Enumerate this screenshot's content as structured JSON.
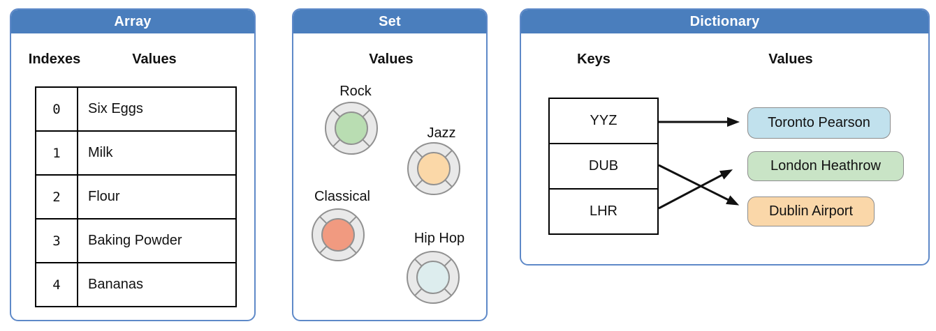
{
  "panels": {
    "array": {
      "title": "Array",
      "indexes_header": "Indexes",
      "values_header": "Values",
      "rows": [
        {
          "index": "0",
          "value": "Six Eggs"
        },
        {
          "index": "1",
          "value": "Milk"
        },
        {
          "index": "2",
          "value": "Flour"
        },
        {
          "index": "3",
          "value": "Baking Powder"
        },
        {
          "index": "4",
          "value": "Bananas"
        }
      ]
    },
    "set": {
      "title": "Set",
      "values_header": "Values",
      "items": [
        {
          "label": "Rock",
          "color": "#b9ddb2"
        },
        {
          "label": "Jazz",
          "color": "#fbd8a8"
        },
        {
          "label": "Classical",
          "color": "#f19a80"
        },
        {
          "label": "Hip Hop",
          "color": "#ddedee"
        }
      ]
    },
    "dictionary": {
      "title": "Dictionary",
      "keys_header": "Keys",
      "values_header": "Values",
      "keys": [
        "YYZ",
        "DUB",
        "LHR"
      ],
      "values": [
        {
          "label": "Toronto Pearson",
          "color": "#c1e1ed"
        },
        {
          "label": "London Heathrow",
          "color": "#c9e4c6"
        },
        {
          "label": "Dublin Airport",
          "color": "#fad7a9"
        }
      ],
      "mapping": {
        "YYZ": "Toronto Pearson",
        "DUB": "Dublin Airport",
        "LHR": "London Heathrow"
      }
    }
  },
  "theme": {
    "header_bg": "#4a7ebd",
    "header_text": "#ffffff",
    "panel_border": "#5e89c8",
    "table_line": "#000000",
    "ring_fill": "#e9e9e9",
    "ring_stroke": "#919191",
    "pill_border": "#8c8c8c",
    "arrow_color": "#111111"
  }
}
